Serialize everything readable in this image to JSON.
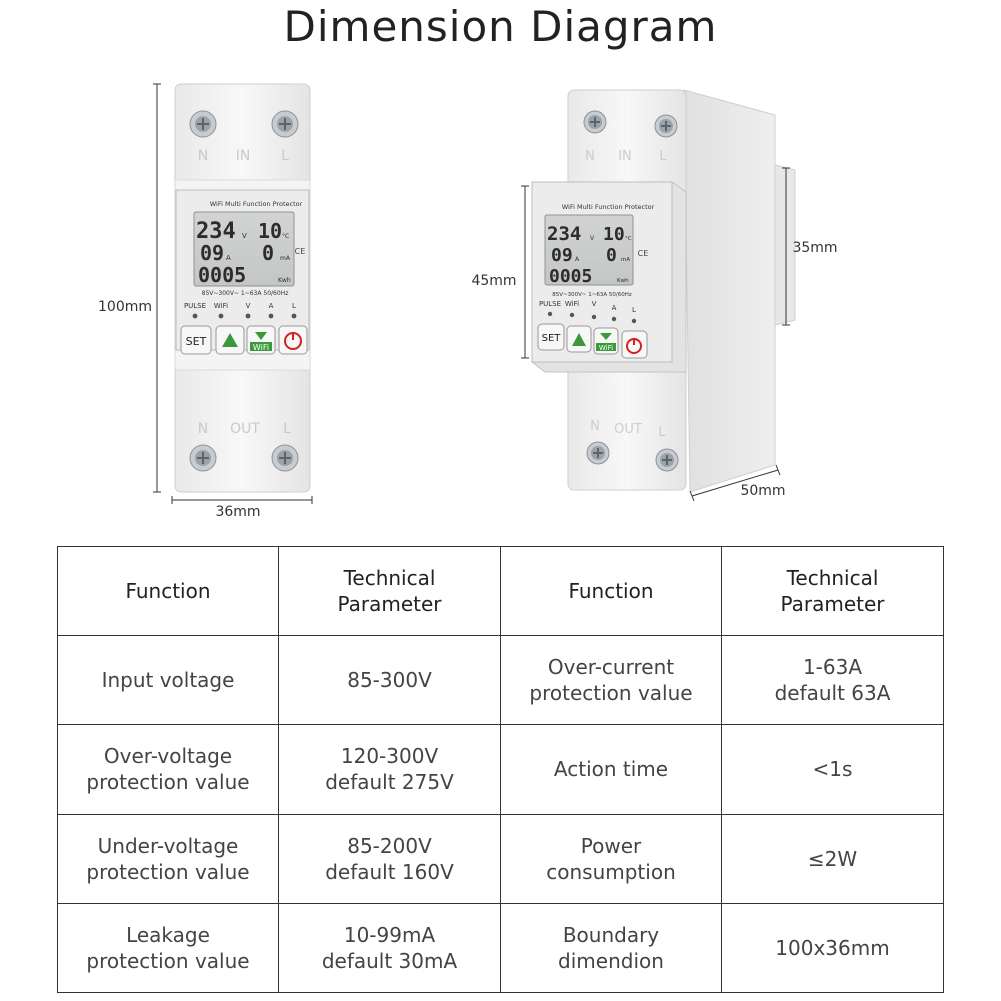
{
  "title": "Dimension Diagram",
  "dimensions": {
    "height_front": "100mm",
    "width_front": "36mm",
    "display_height": "45mm",
    "upper_height": "35mm",
    "depth": "50mm"
  },
  "device": {
    "panel_title": "WiFi Multi Function Protector",
    "lcd_row1_left": "234",
    "lcd_row1_left_unit": "V",
    "lcd_row1_right": "10",
    "lcd_row1_right_unit": "°C",
    "lcd_row2_left": "09",
    "lcd_row2_left_unit": "A",
    "lcd_row2_right": "0",
    "lcd_row2_right_unit": "mA",
    "lcd_row3": "0005",
    "lcd_row3_unit": "Kwh",
    "ce_mark": "CE",
    "rating": "85V~300V~ 1~63A 50/60Hz",
    "indicators": [
      "PULSE",
      "WiFi",
      "V",
      "A",
      "L"
    ],
    "buttons": {
      "set": "SET",
      "wifi": "WiFi"
    },
    "top_terminals": [
      "N",
      "IN",
      "L"
    ],
    "bottom_terminals": [
      "N",
      "OUT",
      "L"
    ]
  },
  "table": {
    "headers": [
      "Function",
      "Technical\nParameter",
      "Function",
      "Technical\nParameter"
    ],
    "rows": [
      [
        "Input voltage",
        "85-300V",
        "Over-current\nprotection value",
        "1-63A\ndefault 63A"
      ],
      [
        "Over-voltage\nprotection value",
        "120-300V\ndefault 275V",
        "Action time",
        "<1s"
      ],
      [
        "Under-voltage\nprotection value",
        "85-200V\ndefault 160V",
        "Power\nconsumption",
        "≤2W"
      ],
      [
        "Leakage\nprotection value",
        "10-99mA\ndefault 30mA",
        "Boundary\ndimendion",
        "100x36mm"
      ]
    ]
  }
}
